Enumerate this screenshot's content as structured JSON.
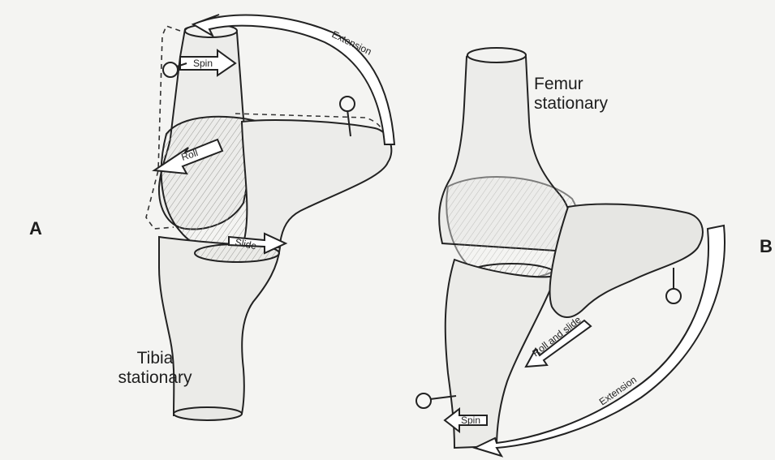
{
  "figure": {
    "panels": [
      {
        "letter": "A",
        "stationary_caption": "Tibia\nstationary",
        "motion_labels": {
          "spin": "Spin",
          "roll": "Roll",
          "slide": "Slide",
          "extension": "Extension"
        }
      },
      {
        "letter": "B",
        "stationary_caption": "Femur\nstationary",
        "motion_labels": {
          "roll_and_slide": "Roll and slide",
          "spin": "Spin",
          "extension": "Extension"
        }
      }
    ]
  }
}
